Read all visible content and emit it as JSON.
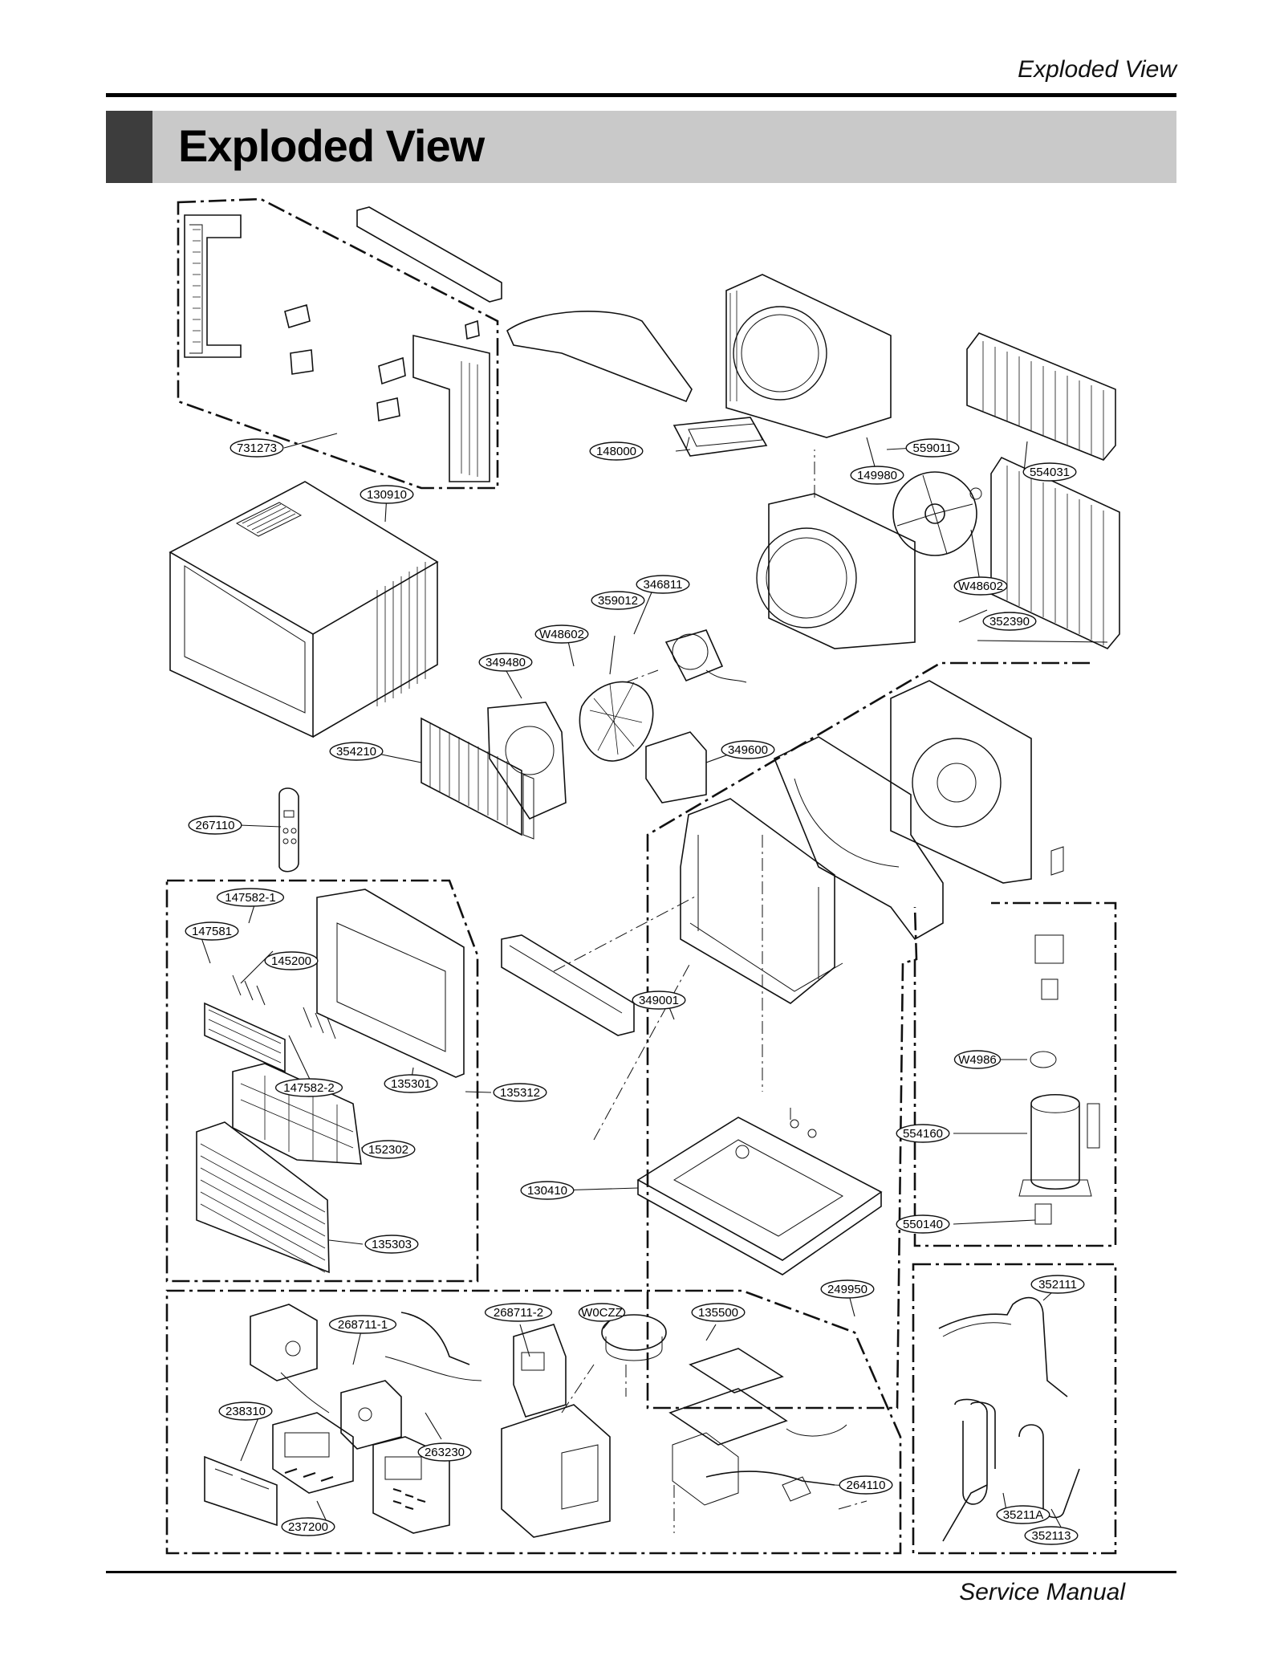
{
  "header": {
    "running_title": "Exploded View"
  },
  "title": "Exploded View",
  "footer": {
    "running_text": "Service Manual"
  },
  "parts": [
    "731273",
    "130910",
    "148000",
    "149980",
    "559011",
    "554031",
    "W48602",
    "346811",
    "359012",
    "W48602",
    "349480",
    "352390",
    "354210",
    "349600",
    "267110",
    "147582-1",
    "147581",
    "145200",
    "349001",
    "W4986",
    "147582-2",
    "135301",
    "135312",
    "554160",
    "152302",
    "130410",
    "550140",
    "135303",
    "249950",
    "352111",
    "268711-1",
    "268711-2",
    "W0CZZ",
    "135500",
    "238310",
    "263230",
    "264110",
    "35211A",
    "237200",
    "352113"
  ]
}
